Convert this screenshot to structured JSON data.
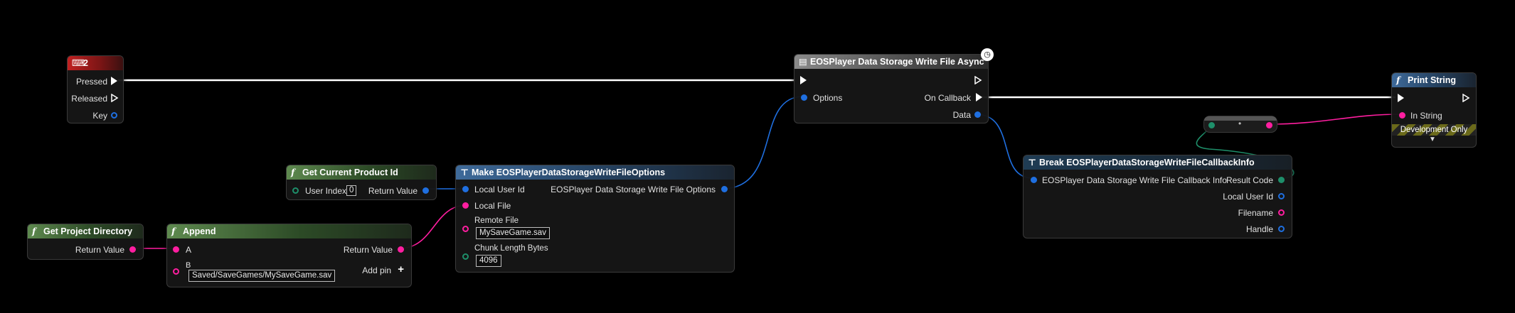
{
  "nodes": {
    "key_event": {
      "title": "2",
      "pins": [
        "Pressed",
        "Released",
        "Key"
      ]
    },
    "get_project_directory": {
      "title": "Get Project Directory",
      "out": "Return Value"
    },
    "append": {
      "title": "Append",
      "a": "A",
      "b": "B",
      "b_value": "Saved/SaveGames/MySaveGame.sav",
      "out": "Return Value",
      "add_pin": "Add pin"
    },
    "get_current_product_id": {
      "title": "Get Current Product Id",
      "user_index": "User Index",
      "user_index_value": "0",
      "out": "Return Value"
    },
    "make_options": {
      "title": "Make EOSPlayerDataStorageWriteFileOptions",
      "local_user_id": "Local User Id",
      "local_file": "Local File",
      "remote_file": "Remote File",
      "remote_file_value": "MySaveGame.sav",
      "chunk_length": "Chunk Length Bytes",
      "chunk_length_value": "4096",
      "out": "EOSPlayer Data Storage Write File Options"
    },
    "write_file_async": {
      "title": "EOSPlayer Data Storage Write File Async",
      "options": "Options",
      "on_callback": "On Callback",
      "data": "Data"
    },
    "break_info": {
      "title": "Break EOSPlayerDataStorageWriteFileCallbackInfo",
      "in": "EOSPlayer Data Storage Write File Callback Info",
      "result_code": "Result Code",
      "local_user_id": "Local User Id",
      "filename": "Filename",
      "handle": "Handle"
    },
    "print_string": {
      "title": "Print String",
      "in_string": "In String",
      "dev_only": "Development Only"
    }
  },
  "icons": {
    "function": "function-icon",
    "clock": "clock-icon",
    "key": "keyboard-icon",
    "struct": "struct-icon",
    "break": "break-struct-icon",
    "expand": "chevron-down-icon",
    "add": "plus-icon"
  },
  "colors": {
    "background": "#000000",
    "exec_wire": "#ffffff",
    "struct_wire": "#1f6fe0",
    "string_wire": "#ff1ea0",
    "enum_wire": "#1e8f6a",
    "pure_header": "#5e8a4f",
    "func_header": "#3e6a9a",
    "event_header": "#c02020"
  }
}
